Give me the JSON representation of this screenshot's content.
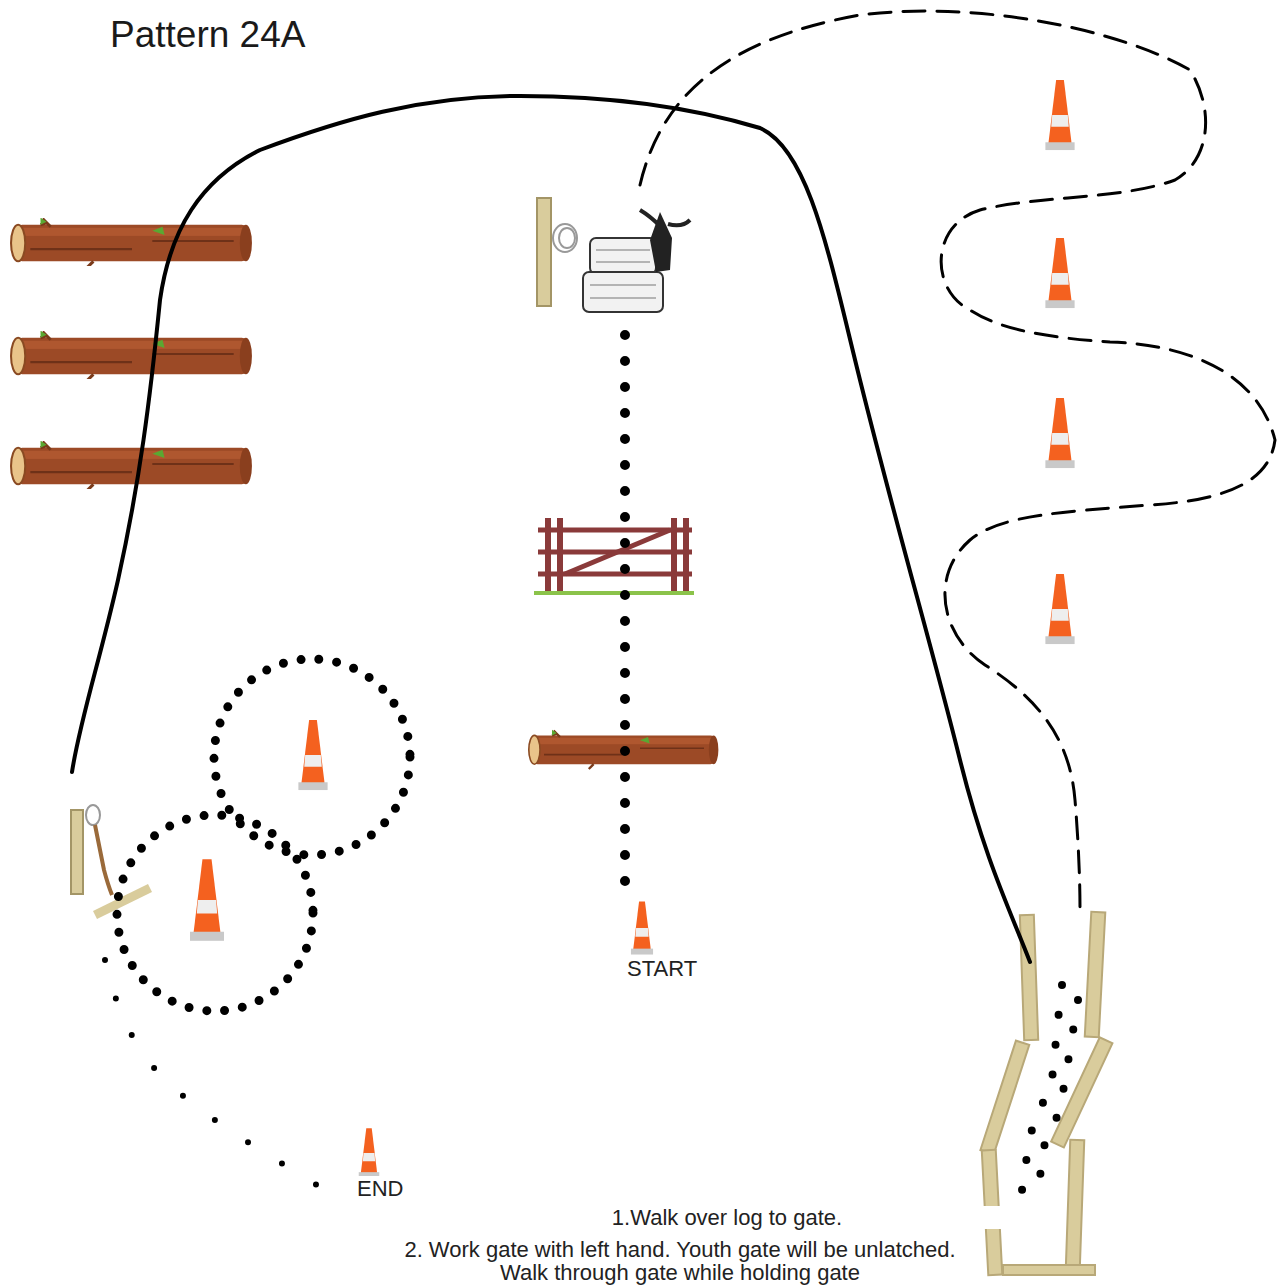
{
  "diagram": {
    "title": "Pattern 24A",
    "labels": [
      "START",
      "END",
      "1.Walk over log to gate.",
      "2. Work gate with left hand. Youth gate will be unlatched. Walk through gate while holding gate"
    ]
  }
}
